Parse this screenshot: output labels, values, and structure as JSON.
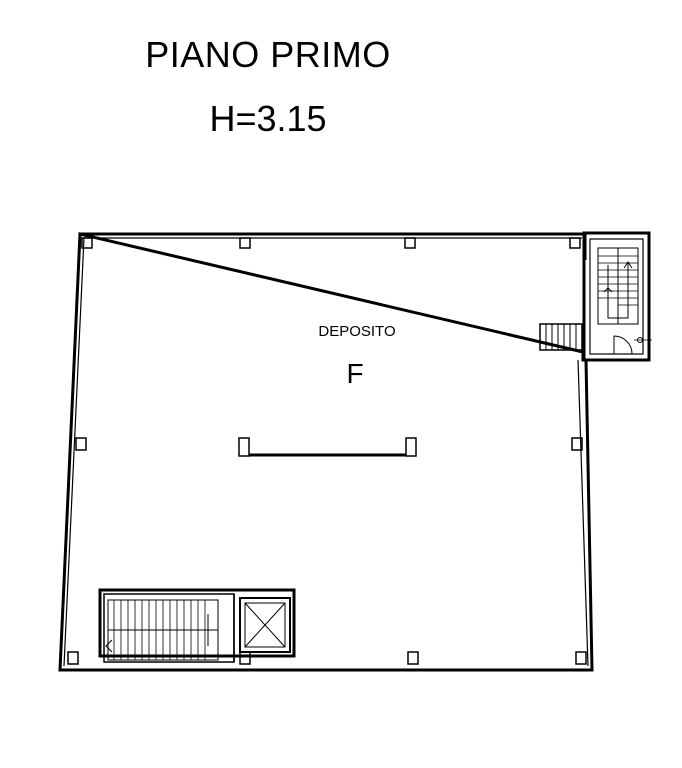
{
  "header": {
    "title": "PIANO PRIMO",
    "height_label": "H=3.15"
  },
  "plan": {
    "room_name": "DEPOSITO",
    "room_letter": "F"
  }
}
